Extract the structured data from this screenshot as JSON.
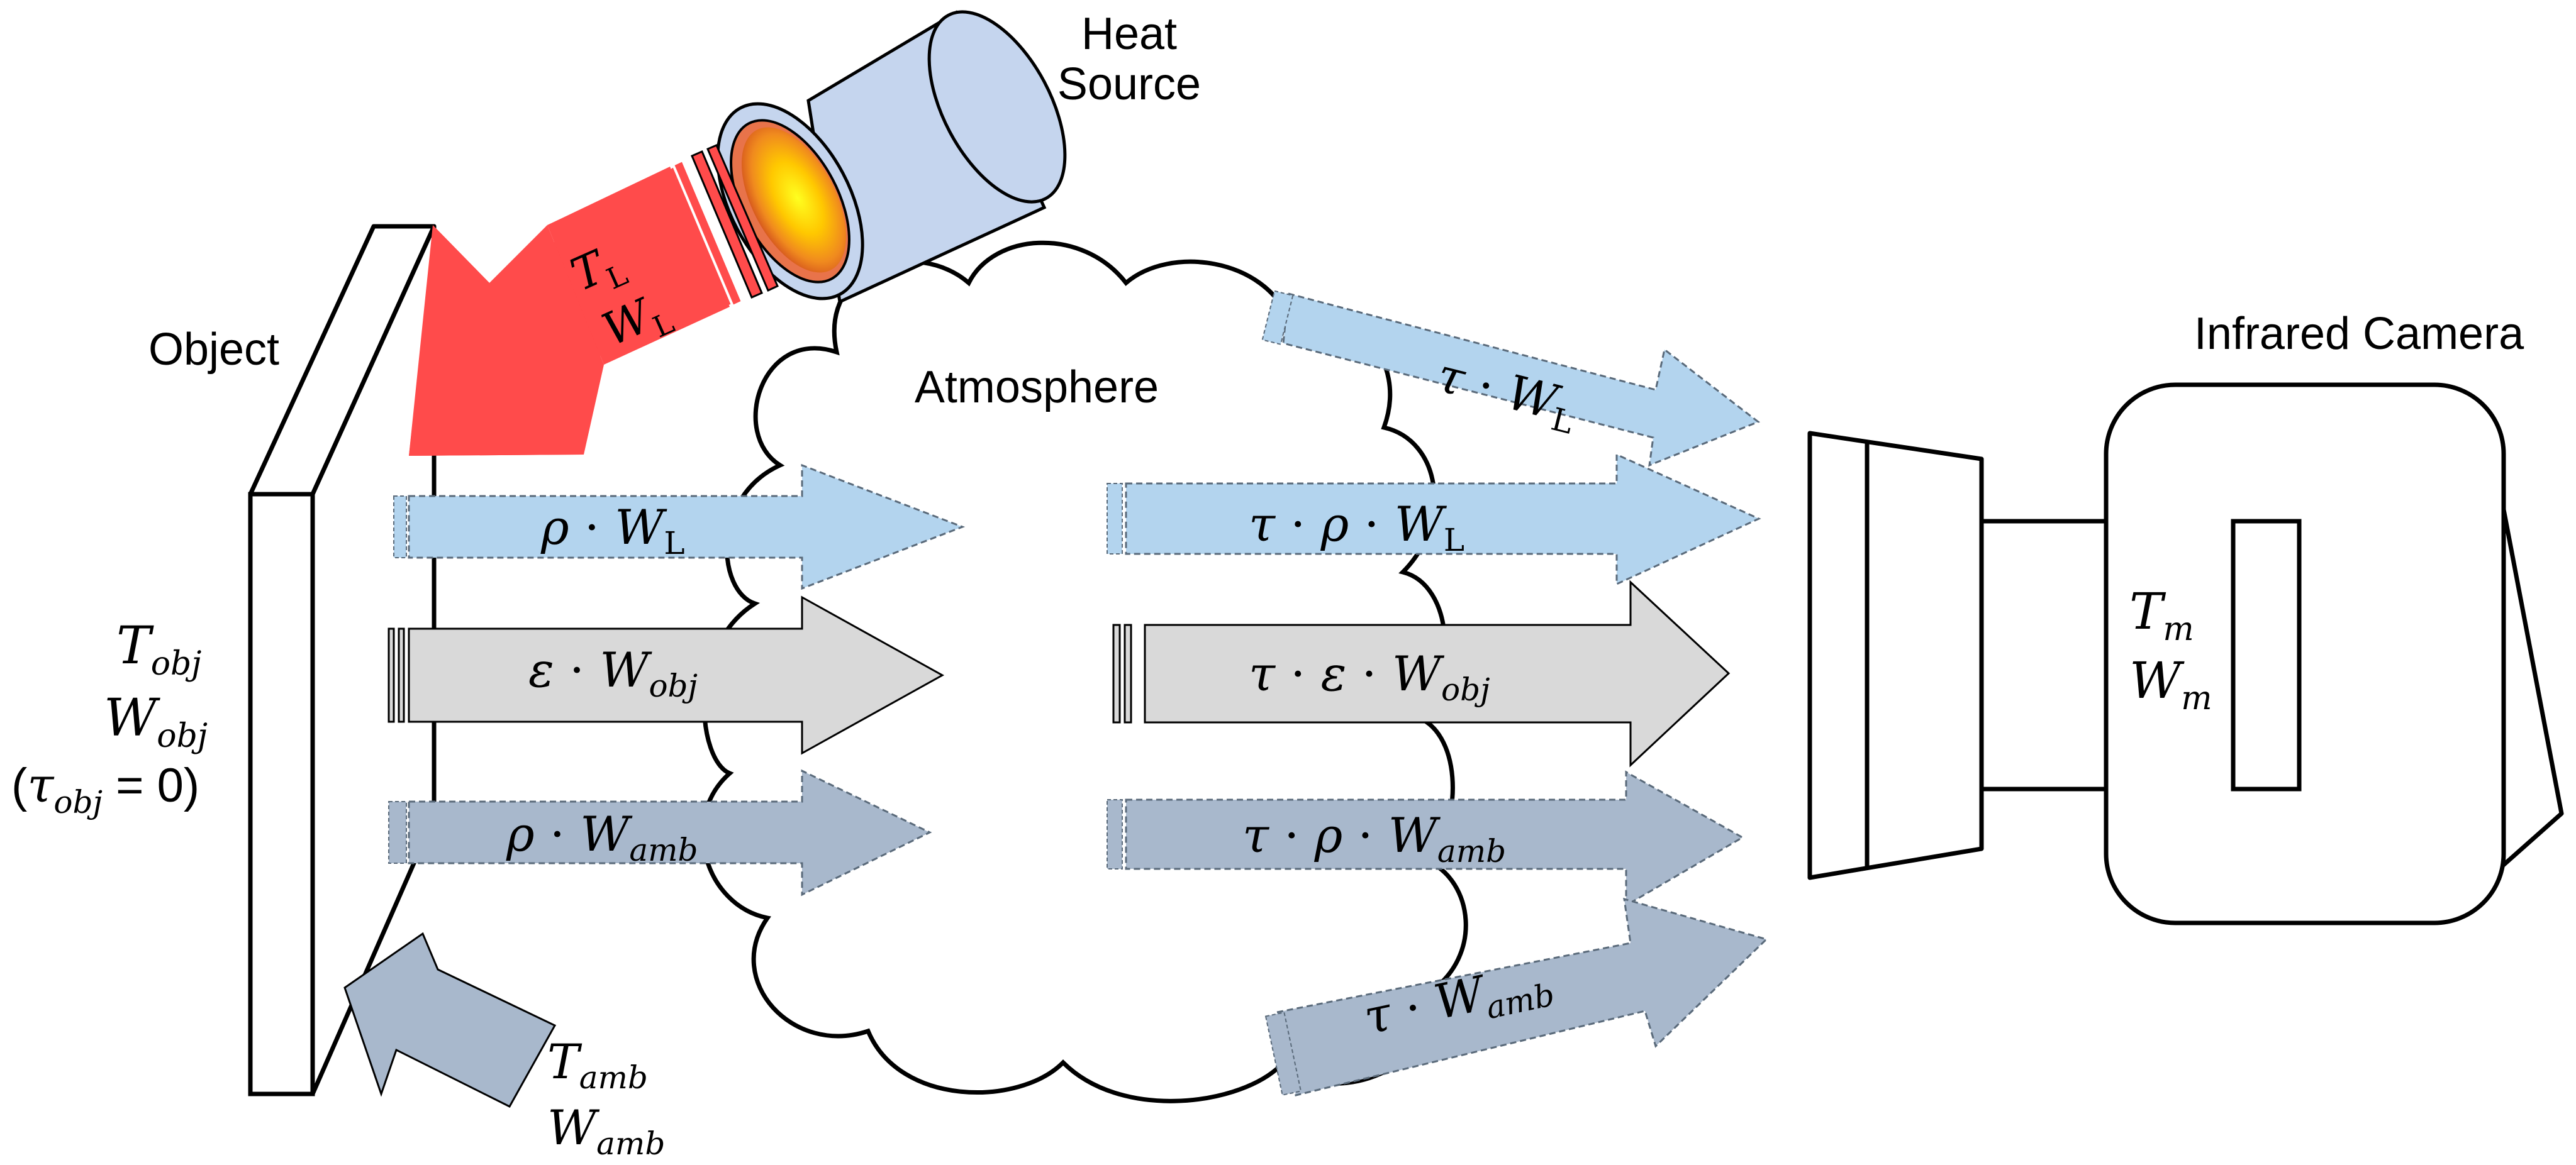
{
  "labels": {
    "heat_source_line1": "Heat",
    "heat_source_line2": "Source",
    "object": "Object",
    "atmosphere": "Atmosphere",
    "camera": "Infrared Camera"
  },
  "symbols": {
    "tau": "τ",
    "rho": "ρ",
    "epsilon": "ε",
    "dot": "·",
    "W": "W",
    "T": "T",
    "sub_L": "L",
    "sub_obj": "obj",
    "sub_amb": "amb",
    "sub_m": "m",
    "obj_condition_eq": " = 0)",
    "paren_open": "("
  },
  "colors": {
    "heat_red": "#ff4b4b",
    "light_blue": "#b3d4ee",
    "light_gray": "#d9d9d9",
    "slate_blue": "#a8b8cc",
    "heat_source_body": "#c5d5ee",
    "outline": "#000000"
  }
}
